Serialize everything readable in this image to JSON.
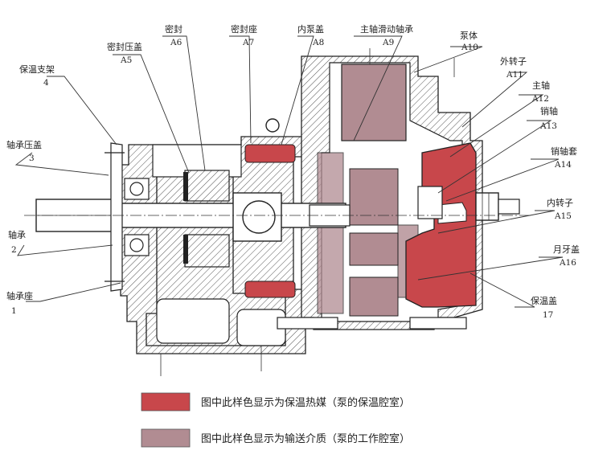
{
  "colors": {
    "heating_chamber": "#c8474b",
    "working_chamber": "#b18c92",
    "line": "#222222"
  },
  "labels": {
    "a5": {
      "name": "密封压盖",
      "code": "A5"
    },
    "a6": {
      "name": "密封",
      "code": "A6"
    },
    "a7": {
      "name": "密封座",
      "code": "A7"
    },
    "a8": {
      "name": "内泵盖",
      "code": "A8"
    },
    "a9": {
      "name": "主轴滑动轴承",
      "code": "A9"
    },
    "a10": {
      "name": "泵体",
      "code": "A10"
    },
    "a11": {
      "name": "外转子",
      "code": "A11"
    },
    "a12": {
      "name": "主轴",
      "code": "A12"
    },
    "a13": {
      "name": "销轴",
      "code": "A13"
    },
    "a14": {
      "name": "销轴套",
      "code": "A14"
    },
    "a15": {
      "name": "内转子",
      "code": "A15"
    },
    "a16": {
      "name": "月牙盖",
      "code": "A16"
    },
    "n17": {
      "name": "保温盖",
      "code": "17"
    },
    "n4": {
      "name": "保温支架",
      "code": "4"
    },
    "n3": {
      "name": "轴承压盖",
      "code": "3"
    },
    "n2": {
      "name": "轴承",
      "code": "2"
    },
    "n1": {
      "name": "轴承座",
      "code": "1"
    }
  },
  "legend": {
    "heating": "图中此样色显示为保温热媒（泵的保温腔室）",
    "working": "图中此样色显示为输送介质（泵的工作腔室）"
  }
}
